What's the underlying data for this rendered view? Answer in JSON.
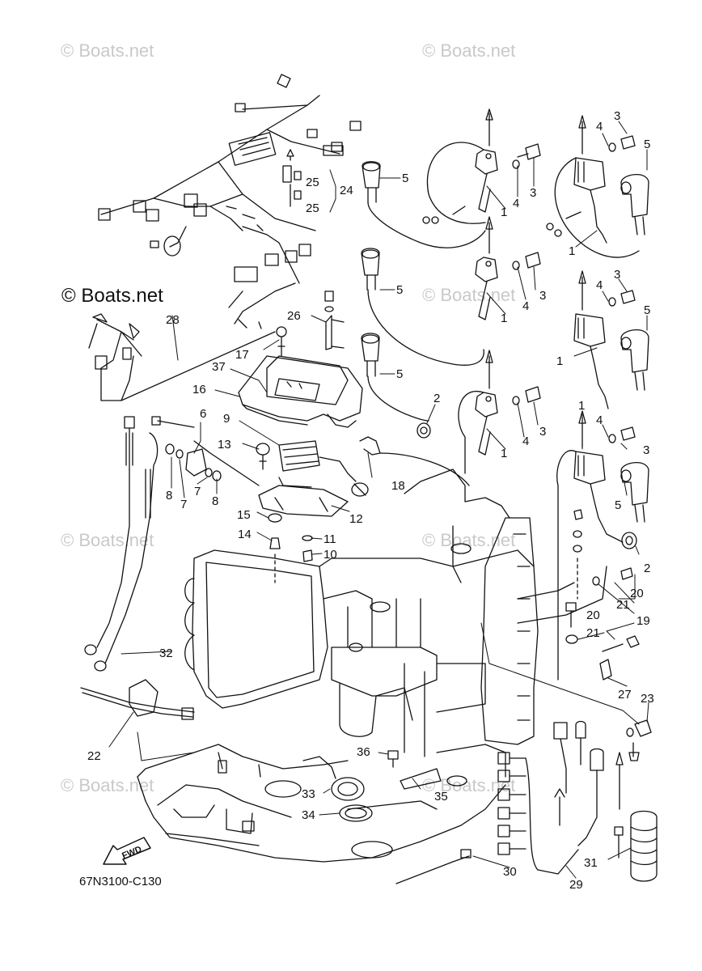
{
  "watermark": "© Boats.net",
  "diagram_code": "67N3100-C130",
  "fwd_label": "FWD",
  "callouts": {
    "c1a": "1",
    "c1b": "1",
    "c1c": "1",
    "c1d": "1",
    "c1e": "1",
    "c1f": "1",
    "c2a": "2",
    "c2b": "2",
    "c3a": "3",
    "c3b": "3",
    "c3c": "3",
    "c3d": "3",
    "c3e": "3",
    "c3f": "3",
    "c4a": "4",
    "c4b": "4",
    "c4c": "4",
    "c4d": "4",
    "c4e": "4",
    "c4f": "4",
    "c5a": "5",
    "c5b": "5",
    "c5c": "5",
    "c5d": "5",
    "c5e": "5",
    "c5f": "5",
    "c6": "6",
    "c7a": "7",
    "c7b": "7",
    "c8a": "8",
    "c8b": "8",
    "c9": "9",
    "c10": "10",
    "c11": "11",
    "c12": "12",
    "c13": "13",
    "c14": "14",
    "c15": "15",
    "c16": "16",
    "c17": "17",
    "c18": "18",
    "c19": "19",
    "c20a": "20",
    "c20b": "20",
    "c21a": "21",
    "c21b": "21",
    "c22": "22",
    "c23": "23",
    "c24": "24",
    "c25a": "25",
    "c25b": "25",
    "c26": "26",
    "c27": "27",
    "c28": "28",
    "c29": "29",
    "c30": "30",
    "c31": "31",
    "c32": "32",
    "c33": "33",
    "c34": "34",
    "c35": "35",
    "c36": "36",
    "c37": "37"
  }
}
